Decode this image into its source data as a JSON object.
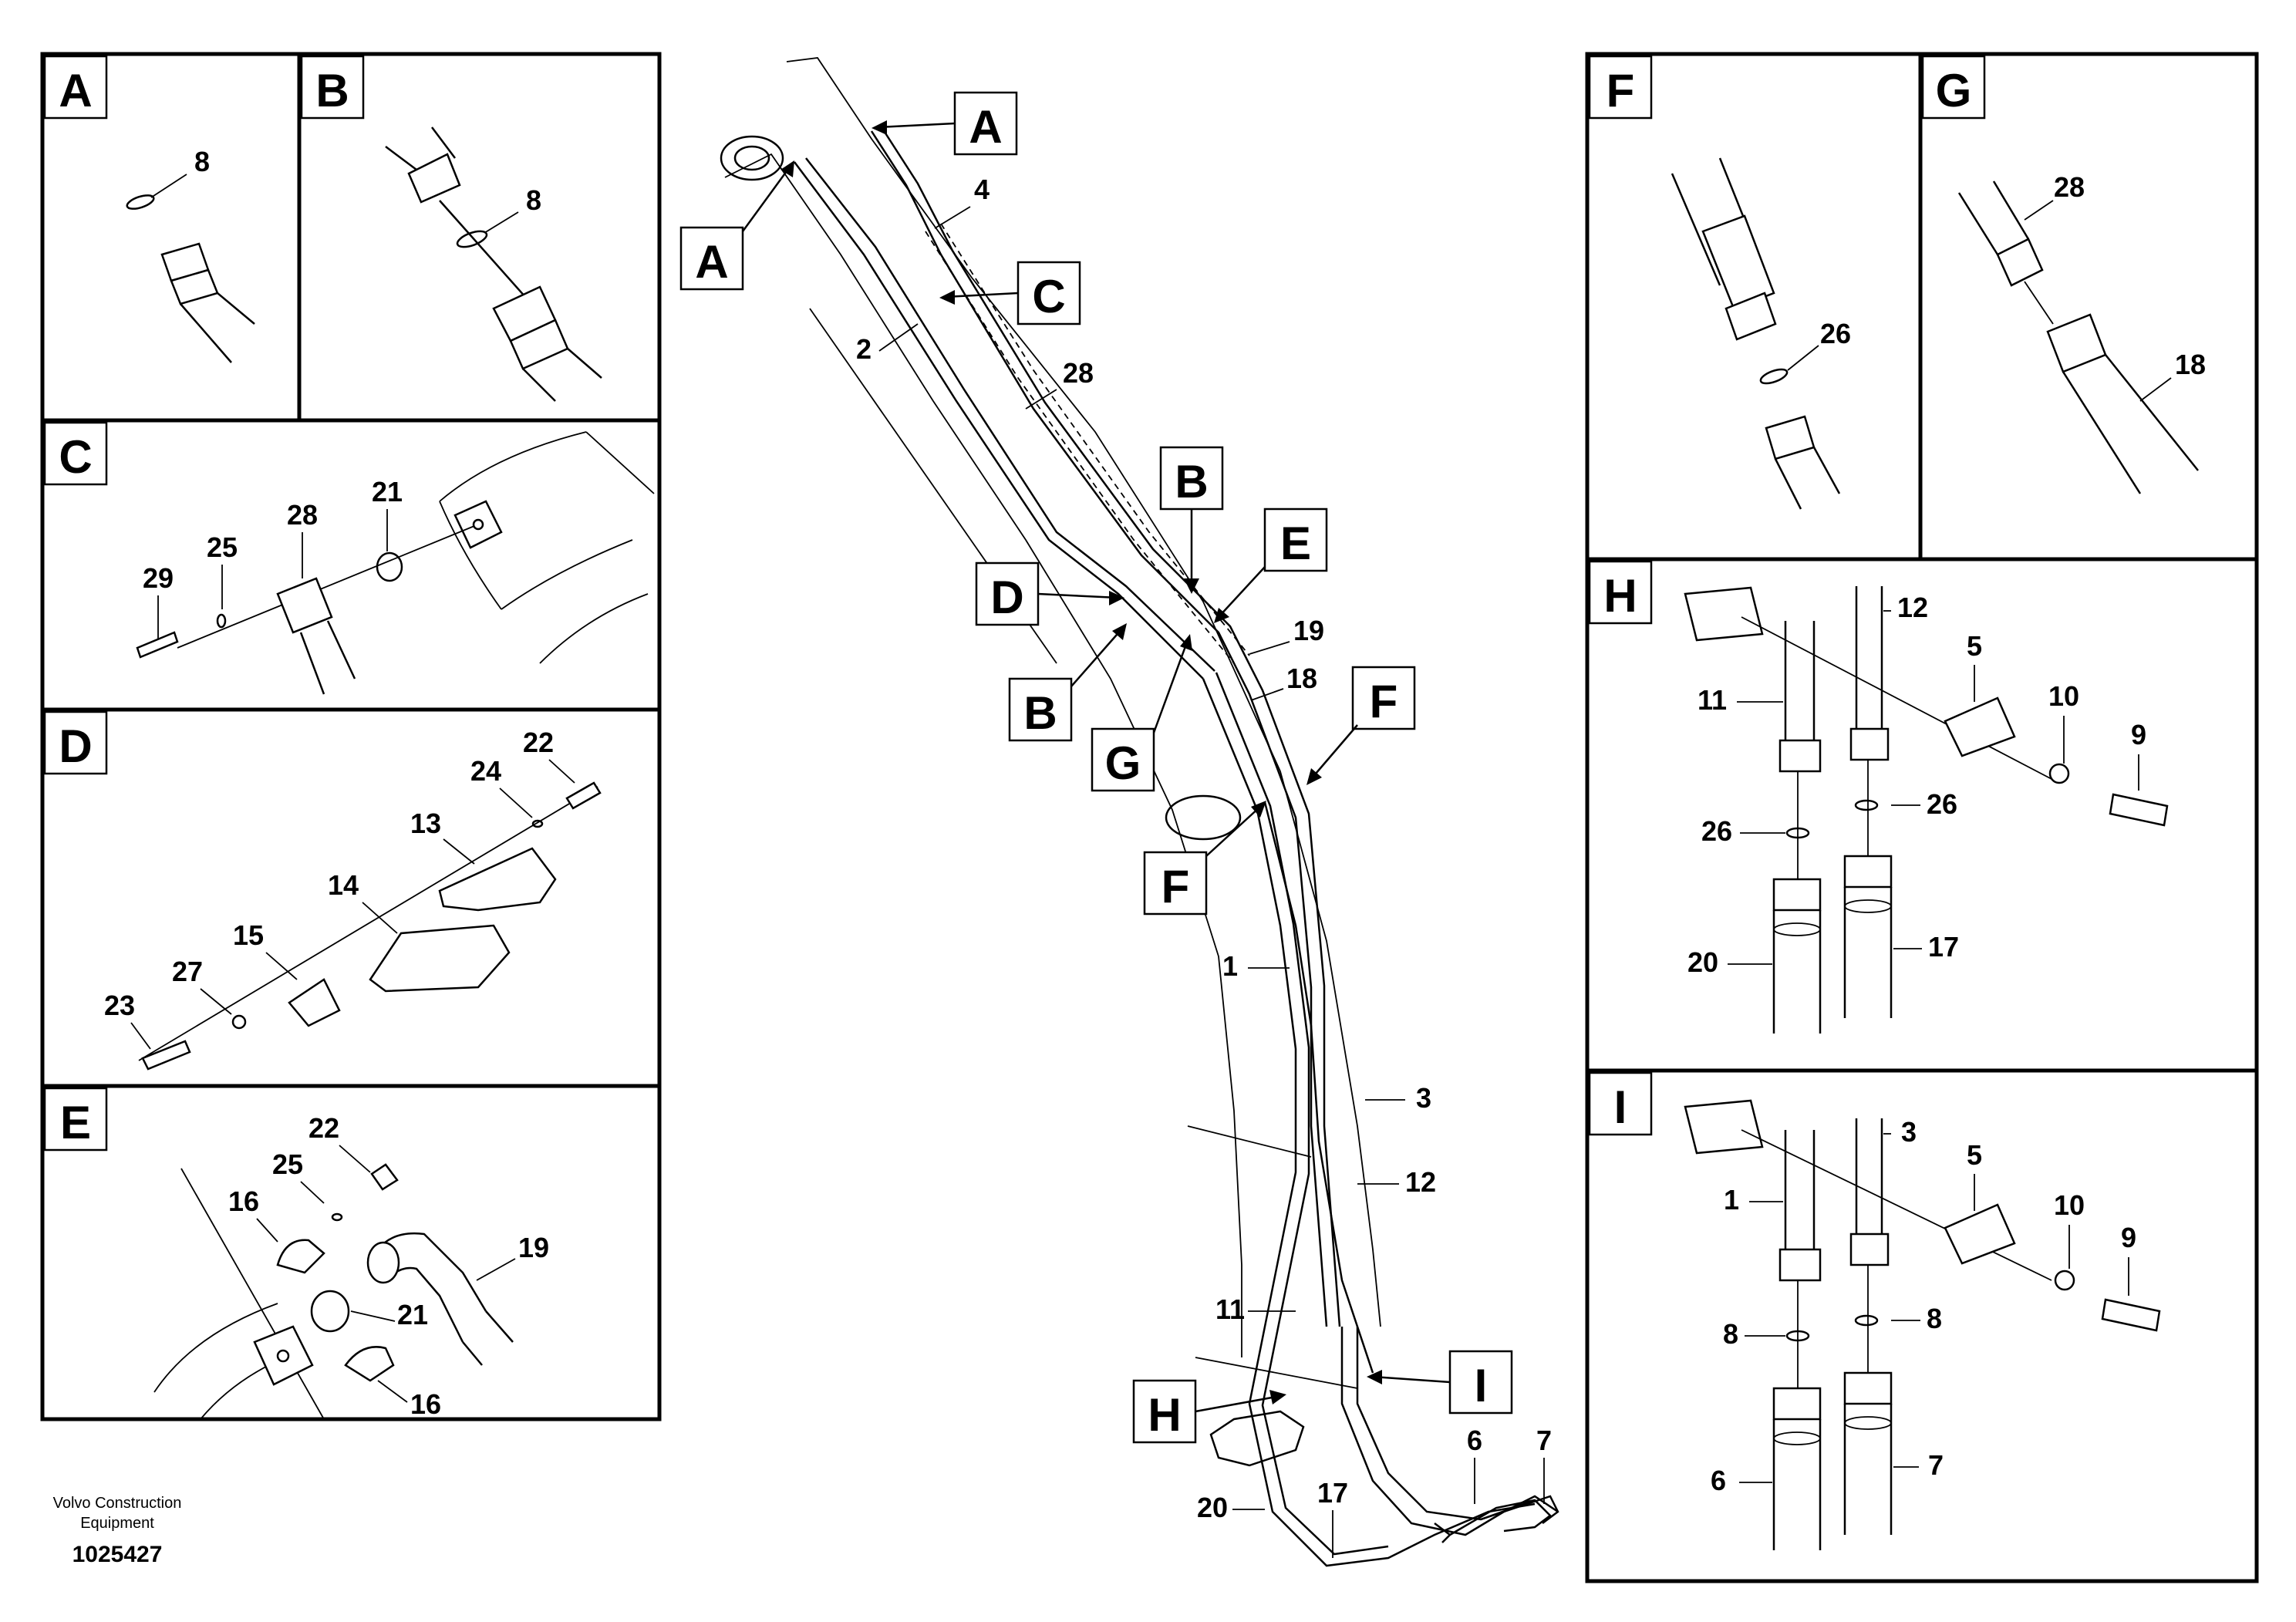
{
  "footer": {
    "company_line1": "Volvo Construction",
    "company_line2": "Equipment",
    "document_number": "1025427"
  },
  "panels": {
    "A": {
      "letter": "A",
      "callouts": [
        "8"
      ]
    },
    "B": {
      "letter": "B",
      "callouts": [
        "8"
      ]
    },
    "C": {
      "letter": "C",
      "callouts": [
        "29",
        "25",
        "28",
        "21"
      ]
    },
    "D": {
      "letter": "D",
      "callouts": [
        "22",
        "24",
        "13",
        "14",
        "15",
        "27",
        "23"
      ]
    },
    "E": {
      "letter": "E",
      "callouts": [
        "22",
        "25",
        "16",
        "19",
        "21",
        "16"
      ]
    },
    "F": {
      "letter": "F",
      "callouts": [
        "26"
      ]
    },
    "G": {
      "letter": "G",
      "callouts": [
        "28",
        "18"
      ]
    },
    "H": {
      "letter": "H",
      "callouts": [
        "12",
        "5",
        "11",
        "10",
        "9",
        "26",
        "26",
        "20",
        "17"
      ]
    },
    "I": {
      "letter": "I",
      "callouts": [
        "3",
        "5",
        "1",
        "10",
        "9",
        "8",
        "8",
        "6",
        "7"
      ]
    }
  },
  "main_view": {
    "detail_markers": [
      "A",
      "A",
      "C",
      "B",
      "E",
      "D",
      "B",
      "G",
      "F",
      "F",
      "H",
      "I"
    ],
    "callouts": [
      "4",
      "2",
      "28",
      "19",
      "18",
      "1",
      "3",
      "12",
      "11",
      "20",
      "17",
      "6",
      "7"
    ]
  }
}
